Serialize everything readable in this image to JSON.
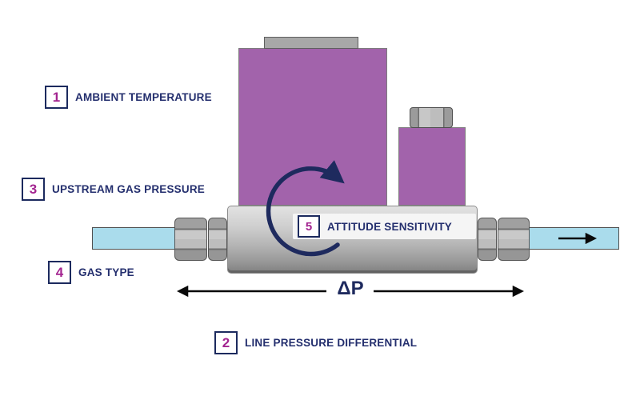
{
  "callouts": [
    {
      "number": "1",
      "text": "AMBIENT TEMPERATURE"
    },
    {
      "number": "2",
      "text": "LINE PRESSURE DIFFERENTIAL"
    },
    {
      "number": "3",
      "text": "UPSTREAM GAS PRESSURE"
    },
    {
      "number": "4",
      "text": "GAS TYPE"
    },
    {
      "number": "5",
      "text": "ATTITUDE SENSITIVITY"
    }
  ],
  "annotations": {
    "pressure_differential_symbol": "ΔP"
  },
  "icons": {
    "rotation_arrow": "clockwise-circular-arrow",
    "flow_arrow": "right-arrow",
    "delta_p_span_arrows": "outward-left-and-right-arrows"
  },
  "colors": {
    "body_purple": "#a263ab",
    "base_gray": "#b3b3b3",
    "pipe_blue": "#aadcec",
    "navy": "#1e2a5e",
    "magenta": "#a32490"
  }
}
